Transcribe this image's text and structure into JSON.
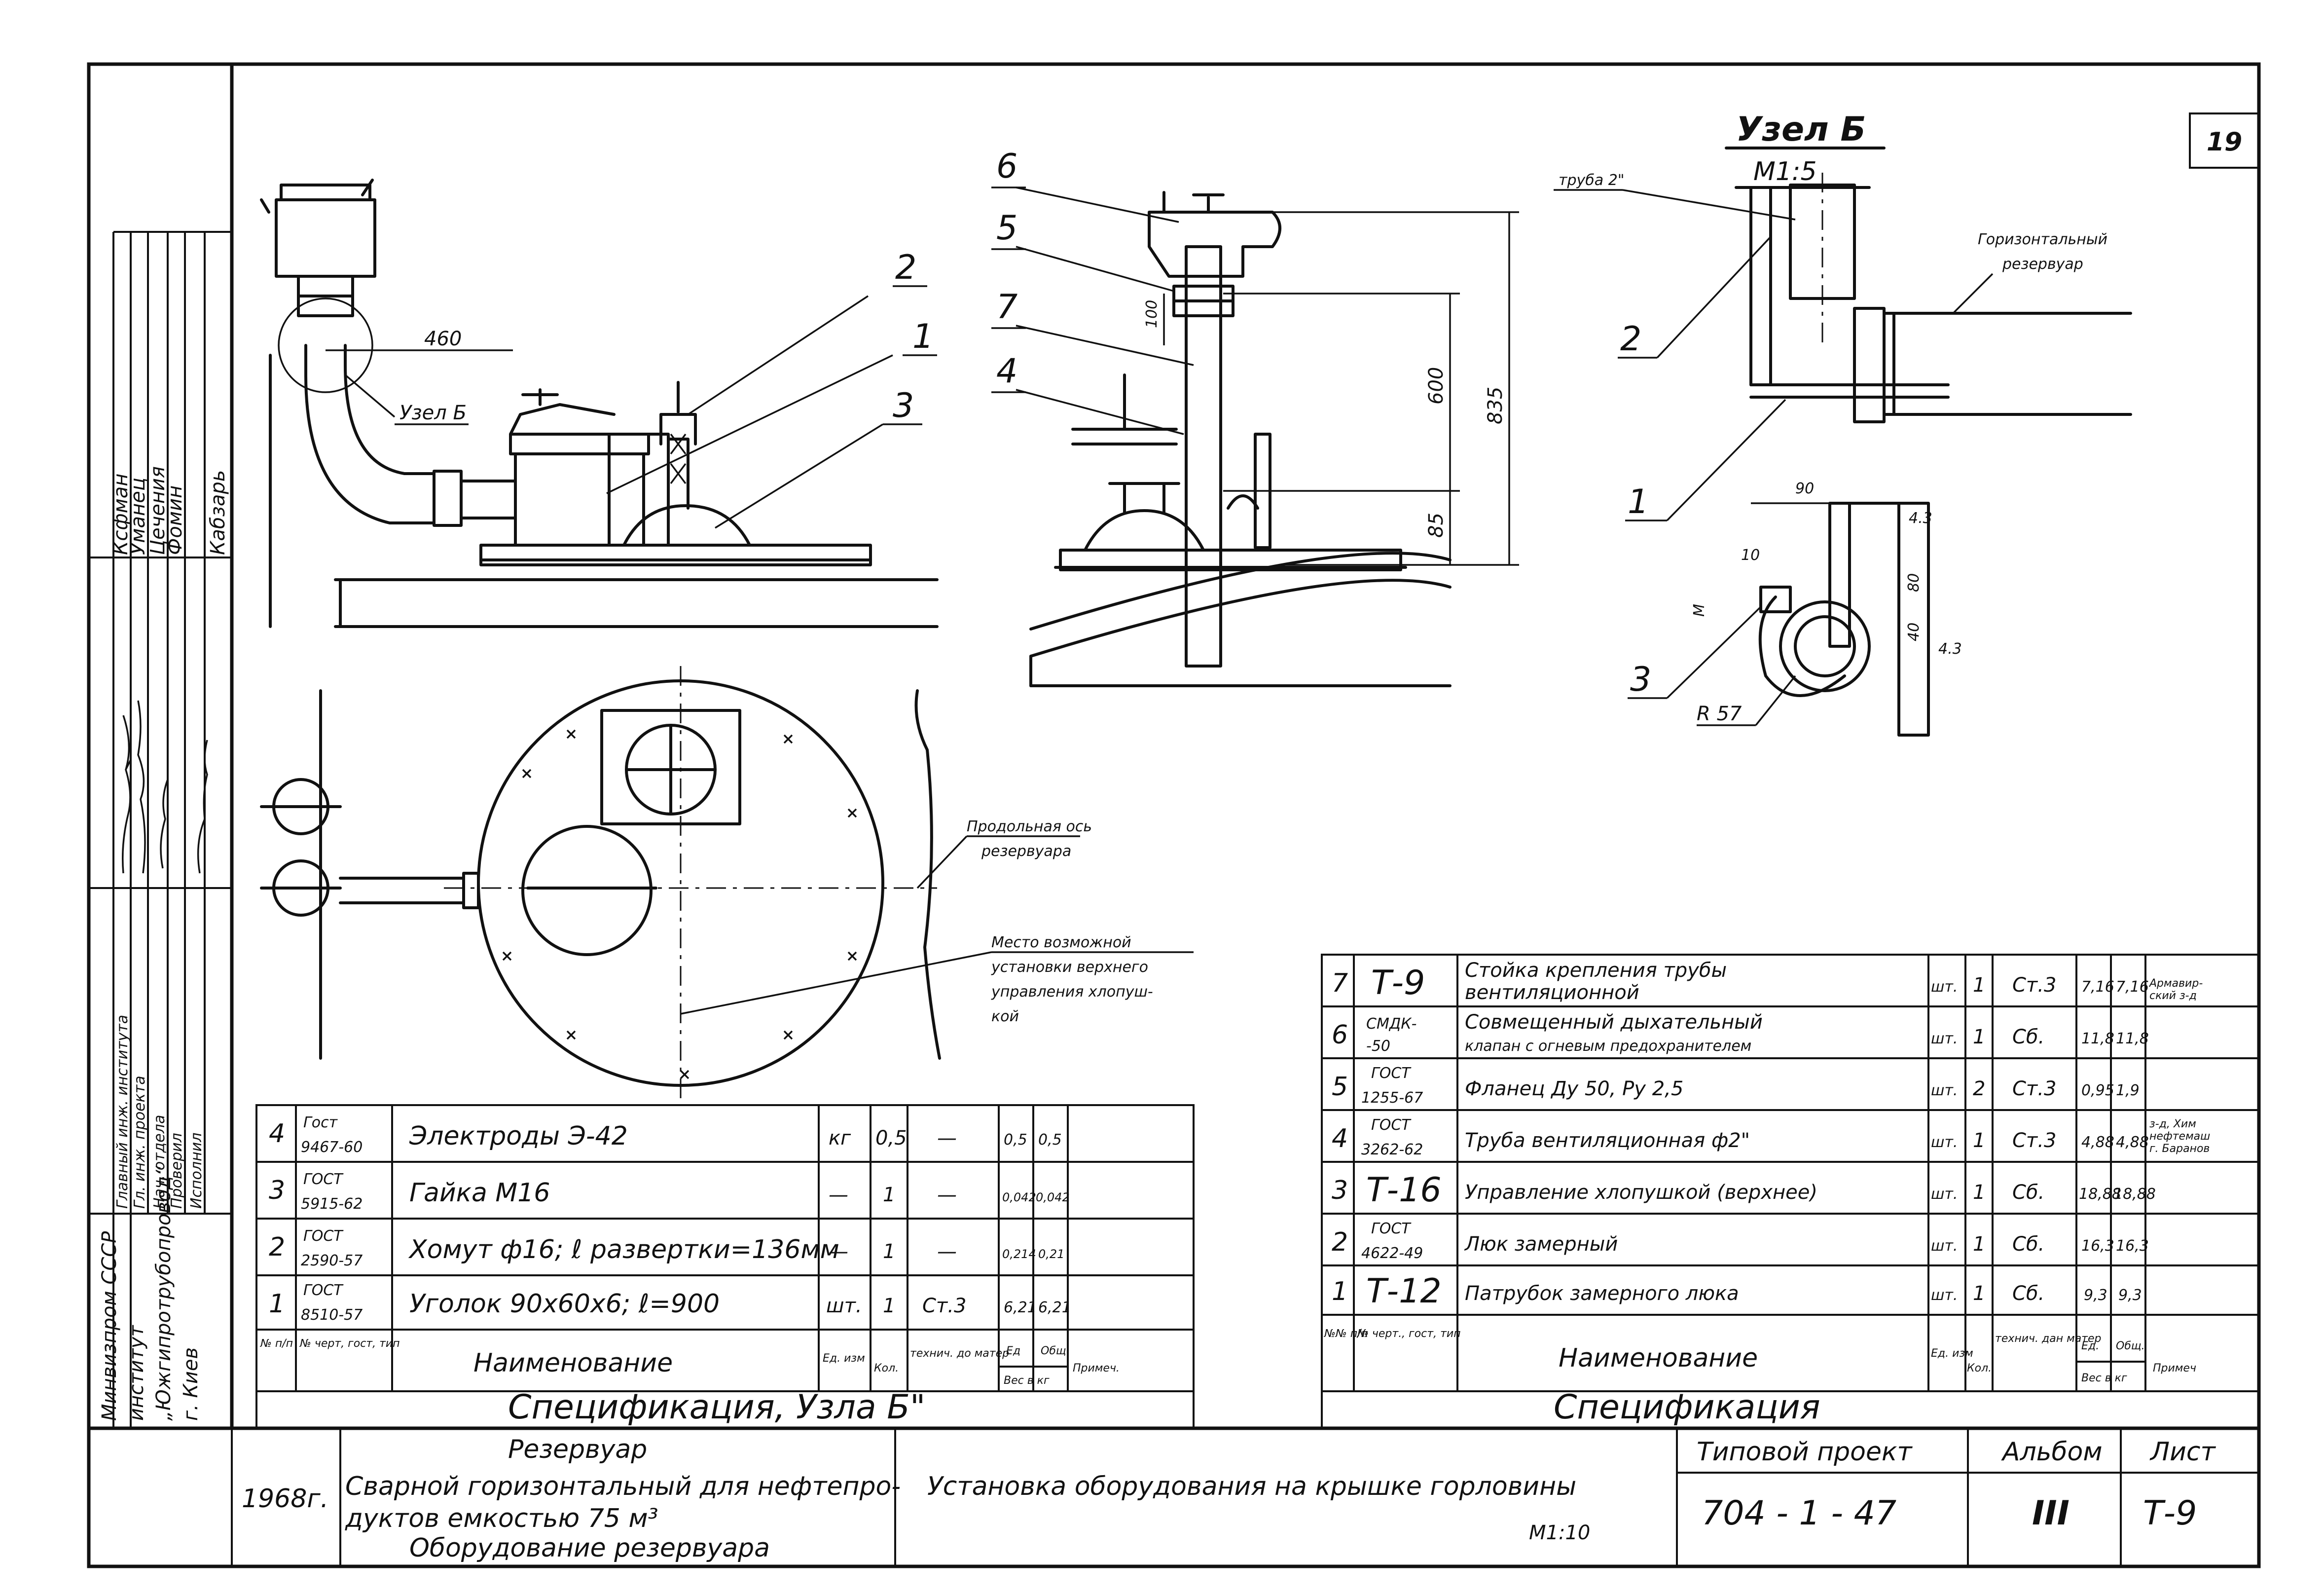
{
  "sheet_number": "19",
  "left_stamp": {
    "roles": [
      "Главный инж. института",
      "Гл. инж. проекта",
      "Нач. отдела",
      "Проверил",
      "Исполнил"
    ],
    "names": [
      "Ксфман",
      "Уманец",
      "Цечения",
      "Фомин",
      "Кабзарь"
    ],
    "org": [
      "Минвизпром СССР",
      "институт",
      "„Южгипротрубопровод“",
      "г. Киев"
    ]
  },
  "node_b": {
    "title": "Узел Б",
    "scale": "М1:5",
    "pipe_label": "труба 2\"",
    "horizontal_label": [
      "Горизонтальный",
      "резервуар"
    ],
    "callouts": [
      "1",
      "2",
      "3"
    ],
    "dims": [
      "90",
      "10",
      "М",
      "80",
      "40",
      "R 57",
      "4.3",
      "4.3"
    ]
  },
  "front_view": {
    "callouts": [
      "1",
      "2",
      "3"
    ],
    "node_label": "Узел Б",
    "dim": "460"
  },
  "side_view": {
    "callouts": [
      "6",
      "5",
      "7",
      "4"
    ],
    "dims": [
      "835",
      "600",
      "85",
      "100"
    ]
  },
  "plan_view": {
    "axis_label": [
      "Продольная ось",
      "резервуара"
    ],
    "place_label": [
      "Место возможной",
      "установки верхнего",
      "управления хлопуш-",
      "кой"
    ]
  },
  "spec_b": {
    "caption": "Спецификация, Узла Б\"",
    "headers": [
      "№ п/п",
      "№ черт, гост, тип",
      "Наименование",
      "Ед. изм",
      "Кол.",
      "технич. до матер",
      "Ед",
      "Общ",
      "Вес в кг",
      "Примеч."
    ],
    "rows": [
      {
        "n": "4",
        "doc": [
          "Гост",
          "9467-60"
        ],
        "name": "Электроды  Э-42",
        "unit": "кг",
        "qty": "0,5",
        "mat": "—",
        "w1": "0,5",
        "w2": "0,5",
        "note": ""
      },
      {
        "n": "3",
        "doc": [
          "ГОСТ",
          "5915-62"
        ],
        "name": "Гайка  М16",
        "unit": "—",
        "qty": "1",
        "mat": "—",
        "w1": "0,042",
        "w2": "0,042",
        "note": ""
      },
      {
        "n": "2",
        "doc": [
          "ГОСТ",
          "2590-57"
        ],
        "name": "Хомут ф16; ℓ развертки=136мм",
        "unit": "—",
        "qty": "1",
        "mat": "—",
        "w1": "0,214",
        "w2": "0,21",
        "note": ""
      },
      {
        "n": "1",
        "doc": [
          "ГОСТ",
          "8510-57"
        ],
        "name": "Уголок 90х60х6; ℓ=900",
        "unit": "шт.",
        "qty": "1",
        "mat": "Ст.3",
        "w1": "6,21",
        "w2": "6,21",
        "note": ""
      }
    ]
  },
  "spec_main": {
    "caption": "Спецификация",
    "headers": [
      "№№ п/п",
      "№ черт., гост, тип",
      "Наименование",
      "Ед. изм",
      "Кол.",
      "технич. дан матер",
      "Ед.",
      "Общ.",
      "Вес в кг",
      "Примеч"
    ],
    "rows": [
      {
        "n": "7",
        "doc": [
          "Т-9"
        ],
        "name": [
          "Стойка крепления трубы",
          "вентиляционной"
        ],
        "unit": "шт.",
        "qty": "1",
        "mat": "Ст.3",
        "w1": "7,16",
        "w2": "7,16",
        "note": [
          "Армавир-",
          "ский з-д"
        ]
      },
      {
        "n": "6",
        "doc": [
          "СМДК-",
          "-50"
        ],
        "name": [
          "Совмещенный дыхательный",
          "клапан с огневым предохранителем"
        ],
        "unit": "шт.",
        "qty": "1",
        "mat": "Сб.",
        "w1": "11,8",
        "w2": "11,8",
        "note": []
      },
      {
        "n": "5",
        "doc": [
          "ГОСТ",
          "1255-67"
        ],
        "name": [
          "Фланец Ду 50,   Ру 2,5"
        ],
        "unit": "шт.",
        "qty": "2",
        "mat": "Ст.3",
        "w1": "0,95",
        "w2": "1,9",
        "note": []
      },
      {
        "n": "4",
        "doc": [
          "ГОСТ",
          "3262-62"
        ],
        "name": [
          "Труба вентиляционная ф2\""
        ],
        "unit": "шт.",
        "qty": "1",
        "mat": "Ст.3",
        "w1": "4,88",
        "w2": "4,88",
        "note": [
          "з-д, Хим",
          "нефтемаш",
          "г. Баранов"
        ]
      },
      {
        "n": "3",
        "doc": [
          "Т-16"
        ],
        "name": [
          "Управление хлопушкой (верхнее)"
        ],
        "unit": "шт.",
        "qty": "1",
        "mat": "Сб.",
        "w1": "18,88",
        "w2": "18,88",
        "note": []
      },
      {
        "n": "2",
        "doc": [
          "ГОСТ",
          "4622-49"
        ],
        "name": [
          "Люк замерный"
        ],
        "unit": "шт.",
        "qty": "1",
        "mat": "Сб.",
        "w1": "16,3",
        "w2": "16,3",
        "note": []
      },
      {
        "n": "1",
        "doc": [
          "Т-12"
        ],
        "name": [
          "Патрубок замерного люка"
        ],
        "unit": "шт.",
        "qty": "1",
        "mat": "Сб.",
        "w1": "9,3",
        "w2": "9,3",
        "note": []
      }
    ]
  },
  "title_block": {
    "year": "1968г.",
    "object": [
      "Резервуар",
      "Сварной горизонтальный для нефтепро-",
      "дуктов  емкостью       75    м³",
      "Оборудование резервуара"
    ],
    "drawing": "Установка оборудования на крышке горловины",
    "scale": "М1:10",
    "project_label": "Типовой проект",
    "project": "704 - 1 - 47",
    "album_label": "Альбом",
    "album": "III",
    "sheet_label": "Лист",
    "sheet": "Т-9"
  }
}
